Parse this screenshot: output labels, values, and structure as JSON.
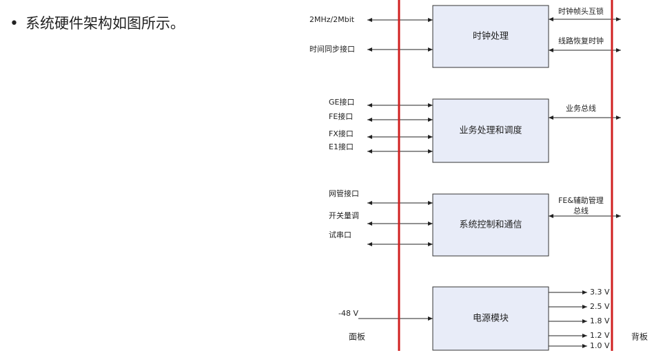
{
  "intro": {
    "bullet": "•",
    "text": "系统硬件架构如图所示。"
  },
  "diagram": {
    "colors": {
      "box_fill": "#e8ecf8",
      "box_stroke": "#333333",
      "divider": "#d01f1f",
      "arrow": "#222222"
    },
    "boxes": [
      {
        "id": "clock",
        "label": "时钟处理"
      },
      {
        "id": "service",
        "label": "业务处理和调度"
      },
      {
        "id": "control",
        "label": "系统控制和通信"
      },
      {
        "id": "power",
        "label": "电源模块"
      }
    ],
    "left_interfaces": [
      {
        "label": "2MHz/2Mbit",
        "box": "clock"
      },
      {
        "label": "时间同步接口",
        "box": "clock"
      },
      {
        "label": "GE接口",
        "box": "service"
      },
      {
        "label": "FE接口",
        "box": "service"
      },
      {
        "label": "FX接口",
        "box": "service"
      },
      {
        "label": "E1接口",
        "box": "service"
      },
      {
        "label": "网管接口",
        "box": "control"
      },
      {
        "label": "开关量调",
        "box": "control"
      },
      {
        "label": "试串口",
        "box": "control"
      },
      {
        "label": "-48 V",
        "box": "power"
      }
    ],
    "right_interfaces": [
      {
        "label": "时钟帧头互锁",
        "box": "clock"
      },
      {
        "label": "线路恢复时钟",
        "box": "clock"
      },
      {
        "label": "业务总线",
        "box": "service"
      },
      {
        "label": "FE&辅助管理",
        "label2": "总线",
        "box": "control"
      }
    ],
    "power_outputs": [
      "3.3 V",
      "2.5 V",
      "1.8 V",
      "1.2 V",
      "1.0 V"
    ],
    "left_panel_label": "面板",
    "right_panel_label": "背板"
  }
}
